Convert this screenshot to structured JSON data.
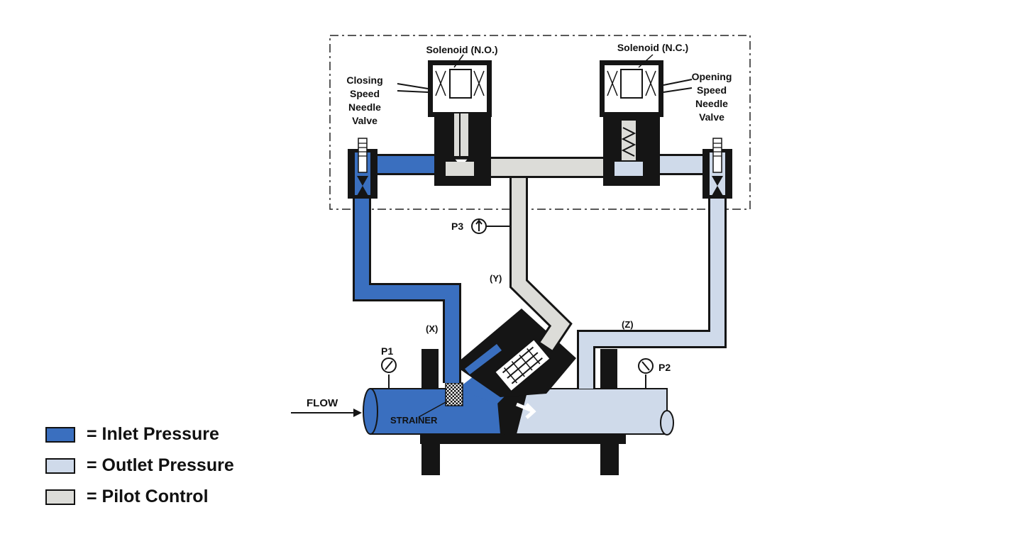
{
  "labels": {
    "solenoid_no": "Solenoid (N.O.)",
    "solenoid_nc": "Solenoid (N.C.)",
    "closing_valve": [
      "Closing",
      "Speed",
      "Needle",
      "Valve"
    ],
    "opening_valve": [
      "Opening",
      "Speed",
      "Needle",
      "Valve"
    ],
    "p1": "P1",
    "p2": "P2",
    "p3": "P3",
    "x": "(X)",
    "y": "(Y)",
    "z": "(Z)",
    "flow": "FLOW",
    "strainer": "STRAINER"
  },
  "legend": [
    {
      "color": "#3a6fbf",
      "text": "= Inlet Pressure"
    },
    {
      "color": "#cfdaea",
      "text": "= Outlet Pressure"
    },
    {
      "color": "#dcdcd8",
      "text": "= Pilot Control"
    }
  ],
  "colors": {
    "inlet": "#3a6fbf",
    "outlet": "#cfdaea",
    "pilot": "#dcdcd8",
    "body": "#151515"
  }
}
